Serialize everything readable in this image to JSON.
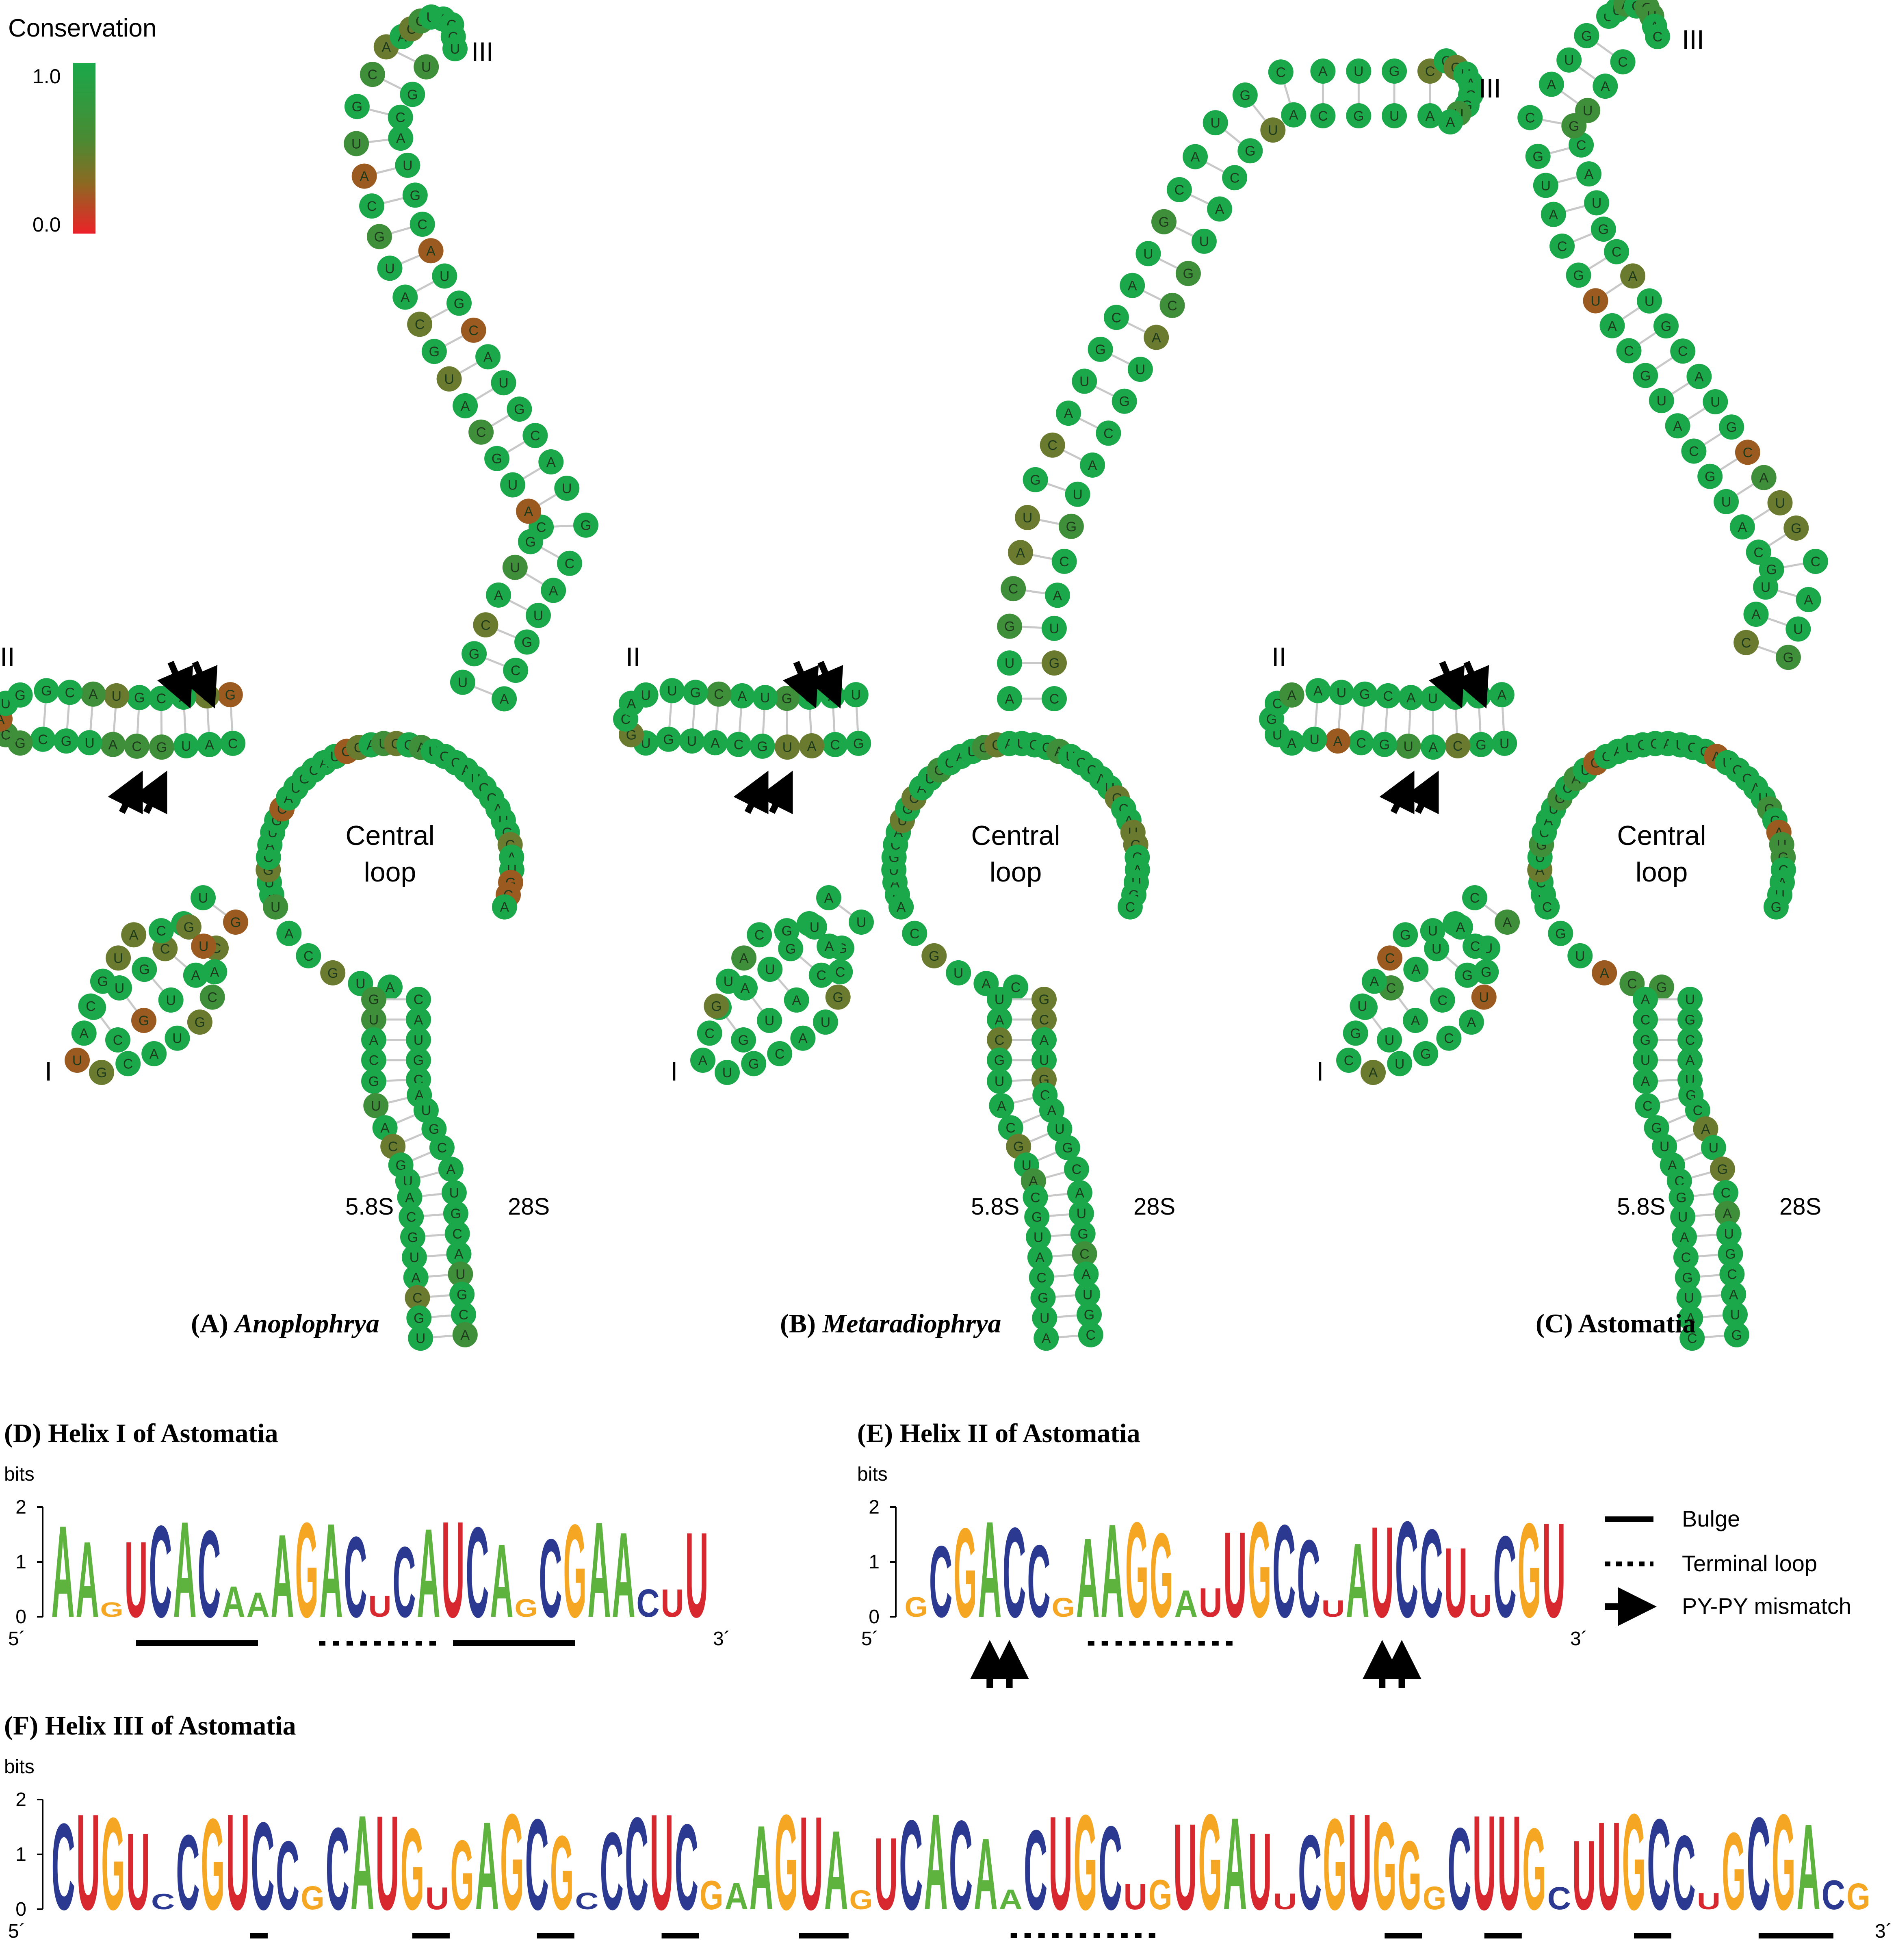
{
  "legend": {
    "title": "Conservation",
    "max_label": "1.0",
    "min_label": "0.0",
    "color_high": "#1aa84a",
    "color_mid": "#7a6a2a",
    "color_low": "#ec2227"
  },
  "panels": {
    "A": {
      "label": "(A)",
      "name": "Anoplophrya",
      "center": "Central\nloop",
      "center_l1": "Central",
      "center_l2": "loop"
    },
    "B": {
      "label": "(B)",
      "name": "Metaradiophrya",
      "center_l1": "Central",
      "center_l2": "loop"
    },
    "C": {
      "label": "(C) Astomatia",
      "center_l1": "Central",
      "center_l2": "loop"
    }
  },
  "helix_labels": {
    "I": "I",
    "II": "II",
    "III": "III",
    "s58": "5.8S",
    "s28": "28S"
  },
  "logos": {
    "D": {
      "title": "(D) Helix I of Astomatia",
      "ylabel": "bits",
      "ticks": [
        "2",
        "1",
        "0"
      ],
      "left": "5´",
      "right": "3´",
      "seq": "AAGUCACAAAGACUCAUCAGCGAACUU"
    },
    "E": {
      "title": "(E) Helix II of Astomatia",
      "ylabel": "bits",
      "ticks": [
        "2",
        "1",
        "0"
      ],
      "left": "5´",
      "right": "3´",
      "seq": "GCGACCGAAGGAUUGCCUAUCCUUCGU"
    },
    "F": {
      "title": "(F) Helix III of Astomatia",
      "ylabel": "bits",
      "ticks": [
        "2",
        "1",
        "0"
      ],
      "left": "5´",
      "right": "3´",
      "seq": "CUGUCCGUCCGCAUGUGAGCGCCCUCGAAGUAGUCACAACUGCUGUGAUUCGUGGGCUUGCUUGCCUGCGACG"
    }
  },
  "key": {
    "bulge": "Bulge",
    "terminal_loop": "Terminal loop",
    "mismatch": "PY-PY mismatch"
  },
  "nucleotide_colors": {
    "A": "#5db33d",
    "C": "#2b3990",
    "G": "#f5a623",
    "U": "#d7282f"
  }
}
